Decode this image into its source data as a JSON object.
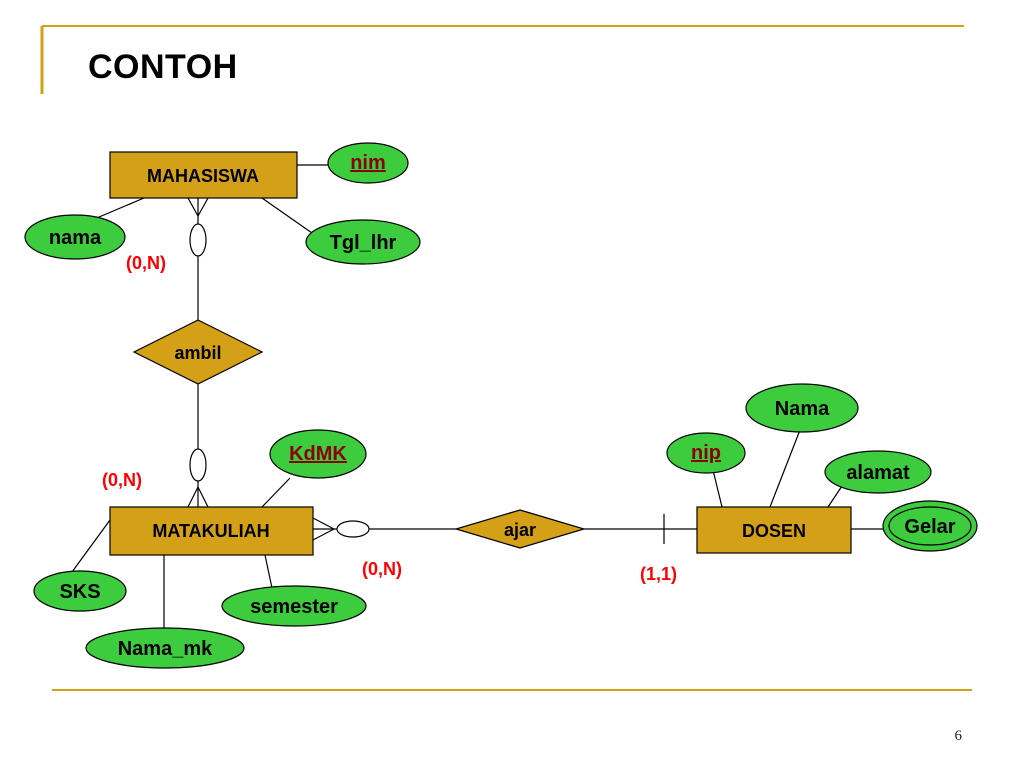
{
  "slide": {
    "title": "CONTOH",
    "page_number": "6"
  },
  "colors": {
    "accent": "#d4a017",
    "entity_fill": "#d4a017",
    "attribute_fill": "#3dcc3d",
    "key_text": "#8b0000",
    "cardinality_text": "#ff0000"
  },
  "entities": {
    "mahasiswa": "MAHASISWA",
    "matakuliah": "MATAKULIAH",
    "dosen": "DOSEN"
  },
  "relationships": {
    "ambil": "ambil",
    "ajar": "ajar"
  },
  "attributes": {
    "nim": "nim",
    "nama": "nama",
    "tgl_lhr": "Tgl_lhr",
    "kdmk": "KdMK",
    "sks": "SKS",
    "nama_mk": "Nama_mk",
    "semester": "semester",
    "nip": "nip",
    "dosen_nama": "Nama",
    "alamat": "alamat",
    "gelar": "Gelar"
  },
  "cardinalities": {
    "mahasiswa_ambil": "(0,N)",
    "matakuliah_ambil": "(0,N)",
    "matakuliah_ajar": "(0,N)",
    "dosen_ajar": "(1,1)"
  }
}
